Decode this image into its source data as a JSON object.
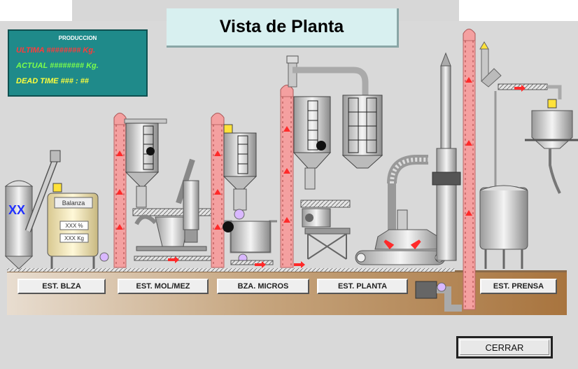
{
  "window": {
    "title": "Vista de Planta"
  },
  "production": {
    "title": "PRODUCCION",
    "rows": [
      {
        "label": "ULTIMA",
        "value": "########",
        "unit": "Kg.",
        "color": "#ff3b3b"
      },
      {
        "label": "ACTUAL",
        "value": "########",
        "unit": "Kg.",
        "color": "#7dff4a"
      },
      {
        "label": "DEAD TIME",
        "value": "### : ##",
        "unit": "",
        "color": "#ffff3c"
      }
    ]
  },
  "silo_marker": "XX",
  "scale_panel": {
    "title": "Balanza",
    "percent": "XXX %",
    "weight": "XXX Kg"
  },
  "stations": [
    {
      "label": "EST. BLZA"
    },
    {
      "label": "EST. MOL/MEZ"
    },
    {
      "label": "BZA. MICROS"
    },
    {
      "label": "EST. PLANTA"
    },
    {
      "label": "EST. PRENSA"
    }
  ],
  "close_label": "CERRAR",
  "colors": {
    "panel": "#1f8a8a",
    "elevator": "#f4a0a0",
    "floor": "#b98a5a",
    "arrow": "#ff2a2a"
  }
}
